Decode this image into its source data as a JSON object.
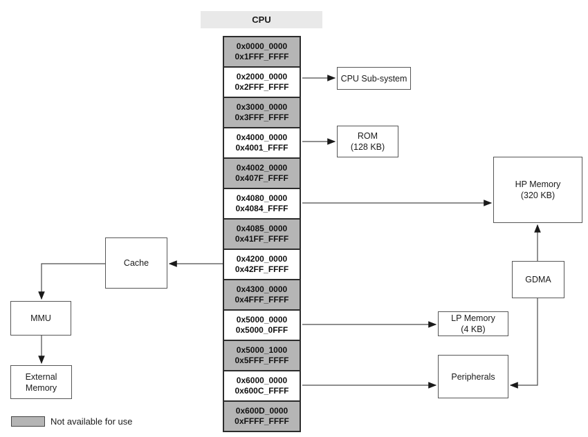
{
  "header": {
    "label": "CPU"
  },
  "colors": {
    "unavailable_fill": "#b5b5b5",
    "available_fill": "#ffffff",
    "header_fill": "#e9e9e9",
    "stack_border": "#2b2b2b",
    "block_border": "#555555"
  },
  "memory_map": {
    "regions": [
      {
        "start": "0x0000_0000",
        "end": "0x1FFF_FFFF",
        "available": false,
        "connects_to": null
      },
      {
        "start": "0x2000_0000",
        "end": "0x2FFF_FFFF",
        "available": true,
        "connects_to": "CPU Sub-system"
      },
      {
        "start": "0x3000_0000",
        "end": "0x3FFF_FFFF",
        "available": false,
        "connects_to": null
      },
      {
        "start": "0x4000_0000",
        "end": "0x4001_FFFF",
        "available": true,
        "connects_to": "ROM"
      },
      {
        "start": "0x4002_0000",
        "end": "0x407F_FFFF",
        "available": false,
        "connects_to": null
      },
      {
        "start": "0x4080_0000",
        "end": "0x4084_FFFF",
        "available": true,
        "connects_to": "HP Memory"
      },
      {
        "start": "0x4085_0000",
        "end": "0x41FF_FFFF",
        "available": false,
        "connects_to": null
      },
      {
        "start": "0x4200_0000",
        "end": "0x42FF_FFFF",
        "available": true,
        "connects_to": "Cache"
      },
      {
        "start": "0x4300_0000",
        "end": "0x4FFF_FFFF",
        "available": false,
        "connects_to": null
      },
      {
        "start": "0x5000_0000",
        "end": "0x5000_0FFF",
        "available": true,
        "connects_to": "LP Memory"
      },
      {
        "start": "0x5000_1000",
        "end": "0x5FFF_FFFF",
        "available": false,
        "connects_to": null
      },
      {
        "start": "0x6000_0000",
        "end": "0x600C_FFFF",
        "available": true,
        "connects_to": "Peripherals"
      },
      {
        "start": "0x600D_0000",
        "end": "0xFFFF_FFFF",
        "available": false,
        "connects_to": null
      }
    ]
  },
  "blocks": {
    "cpu_subsystem": {
      "label": "CPU Sub-system"
    },
    "rom": {
      "label": "ROM",
      "size": "(128 KB)"
    },
    "hp_memory": {
      "label": "HP Memory",
      "size": "(320 KB)"
    },
    "gdma": {
      "label": "GDMA"
    },
    "lp_memory": {
      "label": "LP Memory",
      "size": "(4 KB)"
    },
    "peripherals": {
      "label": "Peripherals"
    },
    "cache": {
      "label": "Cache"
    },
    "mmu": {
      "label": "MMU"
    },
    "external_memory": {
      "label": "External Memory"
    }
  },
  "edges": [
    {
      "from": "Cache",
      "to": "MMU"
    },
    {
      "from": "MMU",
      "to": "External Memory"
    },
    {
      "from": "GDMA",
      "to": "HP Memory"
    },
    {
      "from": "GDMA",
      "to": "Peripherals"
    }
  ],
  "legend": {
    "label": "Not available for use"
  }
}
